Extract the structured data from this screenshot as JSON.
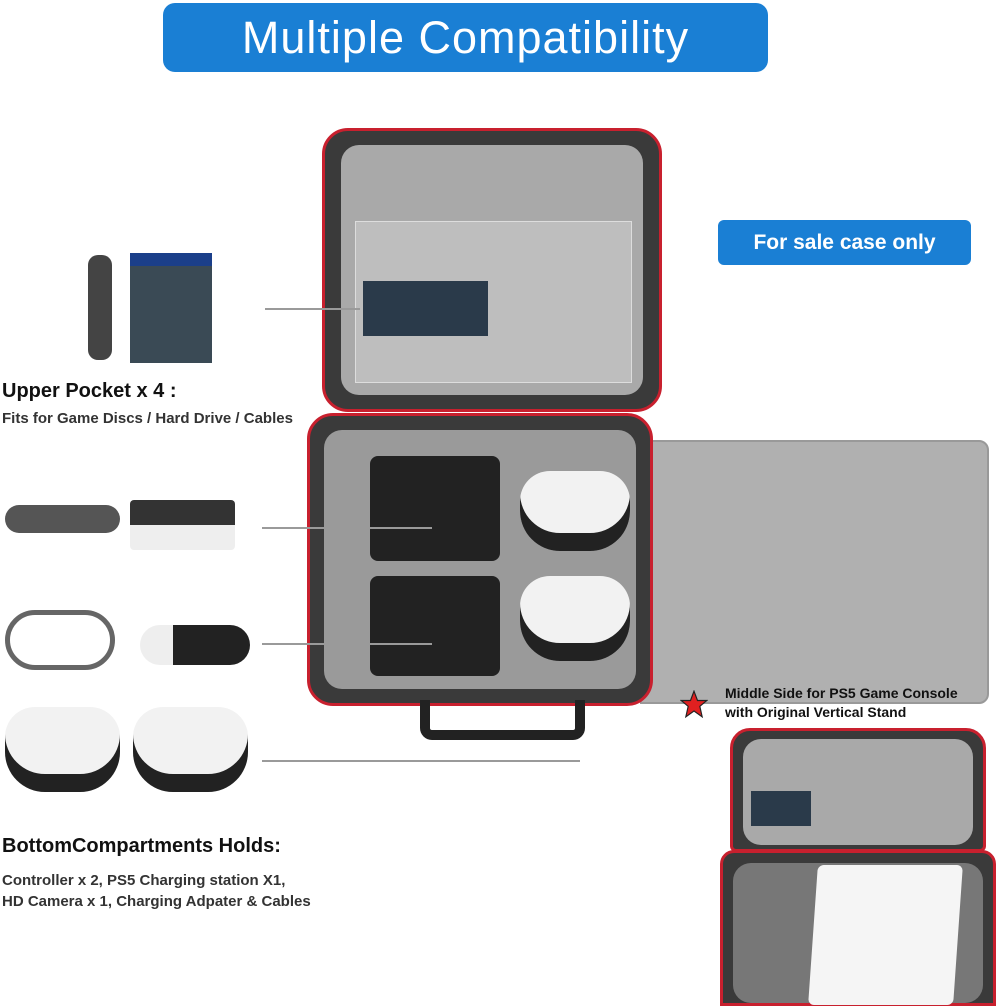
{
  "title": "Multiple Compatibility",
  "sale_note": "For sale case only",
  "upper": {
    "heading": "Upper Pocket x 4 :",
    "detail": "Fits for Game Discs / Hard Drive / Cables"
  },
  "bottom": {
    "heading": "BottomCompartments Holds:",
    "detail_lines": [
      "Controller x 2, PS5 Charging station X1,",
      "HD Camera x 1, Charging Adpater & Cables"
    ]
  },
  "middle": {
    "lines": [
      "Middle Side for PS5 Game Console",
      "with Original Vertical Stand"
    ]
  },
  "colors": {
    "banner": "#1a7fd4",
    "case_trim": "#c8202e",
    "star": "#e02020"
  }
}
